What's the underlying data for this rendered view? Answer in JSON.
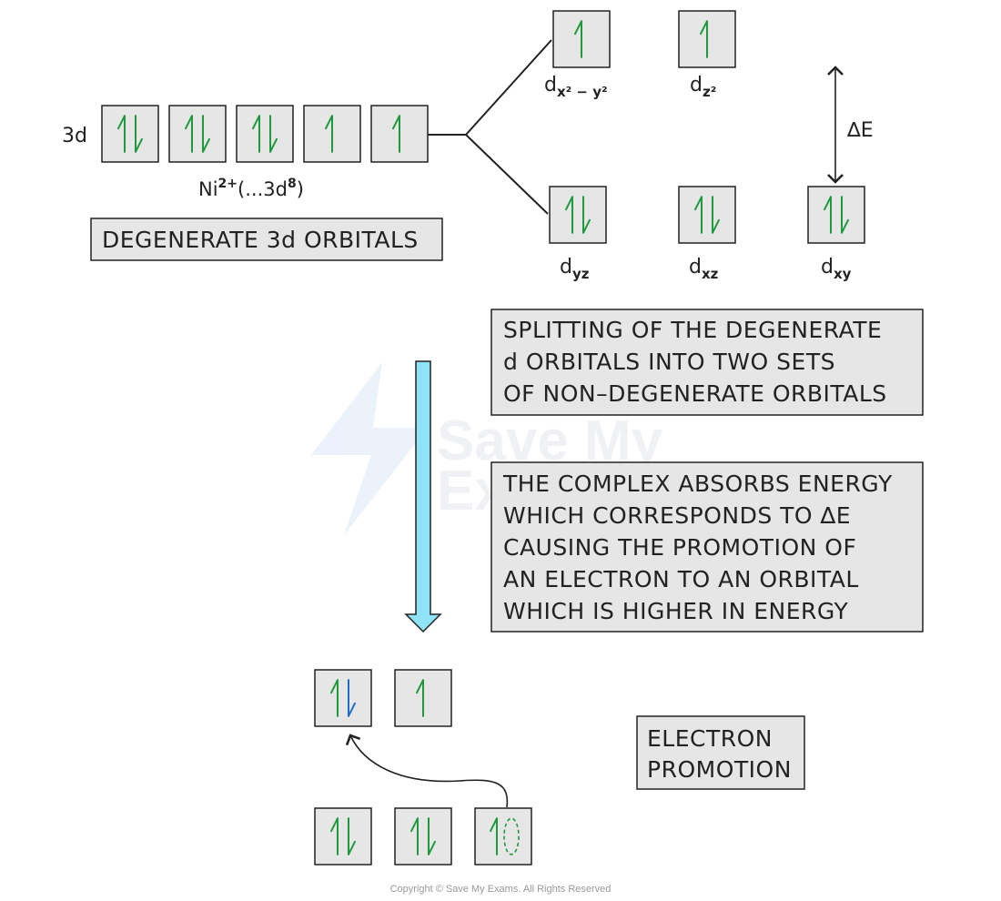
{
  "colors": {
    "box_fill": "#e6e6e6",
    "box_stroke": "#222222",
    "electron_green": "#1e9a3c",
    "electron_blue": "#1f6fc8",
    "arrow_fill": "#8fe3f7",
    "watermark": "#dde8f7"
  },
  "degenerate": {
    "label_3d": "3d",
    "ion_base": "Ni",
    "ion_charge": "2+",
    "ion_config": "(...3d",
    "ion_config_exp": "8",
    "ion_config_close": ")",
    "box_text": "DEGENERATE 3d ORBITALS",
    "orbitals": [
      "up-down",
      "up-down",
      "up-down",
      "up",
      "up"
    ]
  },
  "split_upper": [
    {
      "base": "d",
      "sub": "x² − y²",
      "occupancy": "up"
    },
    {
      "base": "d",
      "sub": "z²",
      "occupancy": "up"
    }
  ],
  "split_lower": [
    {
      "base": "d",
      "sub": "yz",
      "occupancy": "up-down"
    },
    {
      "base": "d",
      "sub": "xz",
      "occupancy": "up-down"
    },
    {
      "base": "d",
      "sub": "xy",
      "occupancy": "up-down"
    }
  ],
  "delta_e_label": "∆E",
  "splitting_box": {
    "lines": [
      "SPLITTING OF THE DEGENERATE",
      "d ORBITALS INTO TWO SETS",
      "OF NON–DEGENERATE ORBITALS"
    ]
  },
  "absorbs_box": {
    "lines": [
      "THE COMPLEX ABSORBS ENERGY",
      "WHICH CORRESPONDS TO ∆E",
      "CAUSING THE PROMOTION OF",
      "AN ELECTRON TO AN ORBITAL",
      "WHICH IS HIGHER IN ENERGY"
    ]
  },
  "promotion_box": {
    "lines": [
      "ELECTRON",
      "PROMOTION"
    ]
  },
  "promoted": {
    "upper": [
      "up-down-promoted",
      "up"
    ],
    "lower": [
      "up-down",
      "up-down",
      "up-vacated"
    ]
  },
  "watermark_lines": [
    "Save My",
    "Exams"
  ],
  "copyright": "Copyright © Save My Exams. All Rights Reserved"
}
